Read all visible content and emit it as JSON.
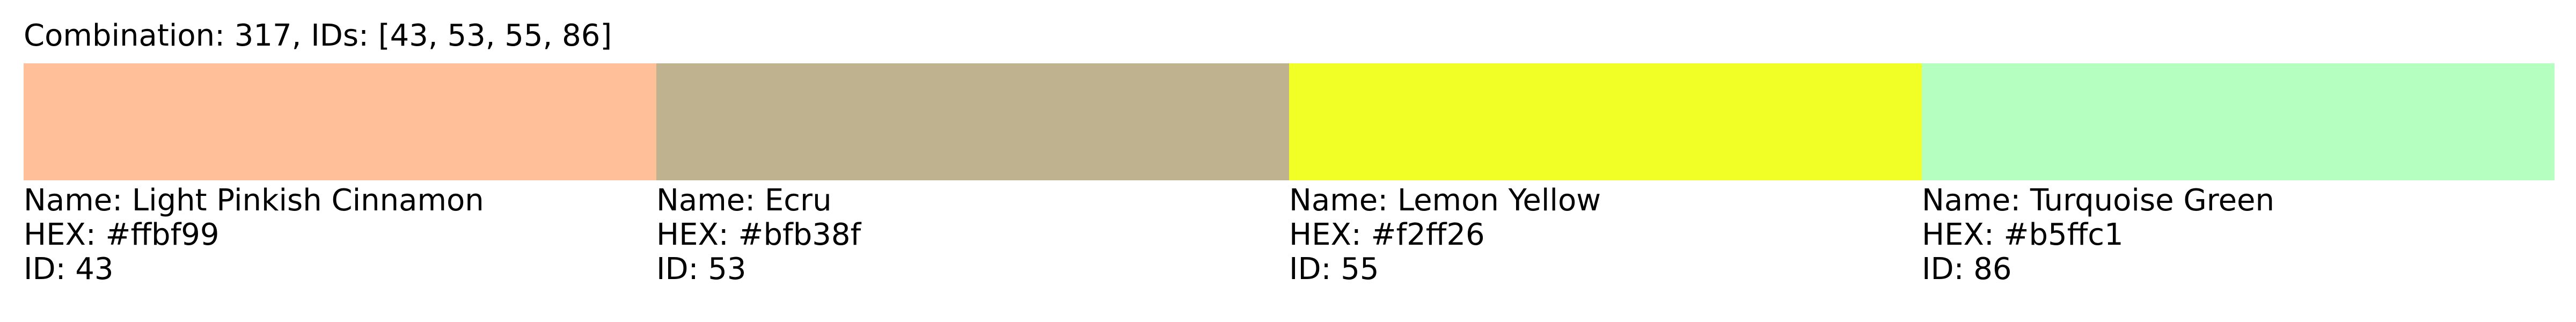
{
  "title": "Combination: 317, IDs: [43, 53, 55, 86]",
  "colors": [
    {
      "name_text": "Name: Light Pinkish Cinnamon",
      "hex_text": "HEX: #ffbf99",
      "id_text": "ID: 43",
      "hex": "#ffbf99"
    },
    {
      "name_text": "Name: Ecru",
      "hex_text": "HEX: #bfb38f",
      "id_text": "ID: 53",
      "hex": "#bfb38f"
    },
    {
      "name_text": "Name: Lemon Yellow",
      "hex_text": "HEX: #f2ff26",
      "id_text": "ID: 55",
      "hex": "#f2ff26"
    },
    {
      "name_text": "Name: Turquoise Green",
      "hex_text": "HEX: #b5ffc1",
      "id_text": "ID: 86",
      "hex": "#b5ffc1"
    }
  ]
}
